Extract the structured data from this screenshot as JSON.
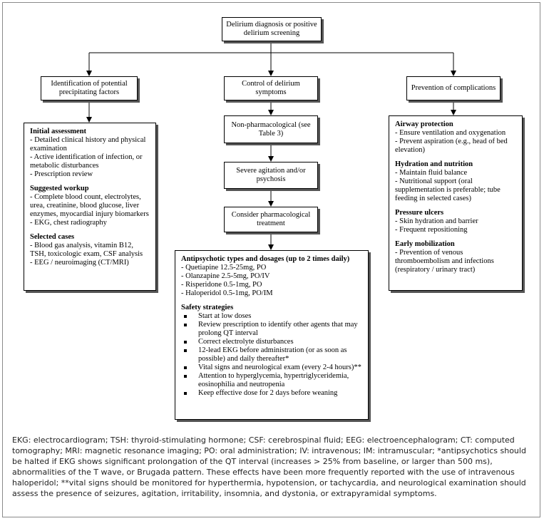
{
  "nodes": {
    "start": "Delirium diagnosis or positive delirium screening",
    "identification": "Identification of potential precipitating factors",
    "control": "Control of delirium symptoms",
    "prevention": "Prevention of complications",
    "nonpharm": "Non-pharmacological (see Table 3)",
    "severe": "Severe agitation and/or psychosis",
    "pharm": "Consider pharmacological treatment"
  },
  "left_box": {
    "sections": [
      {
        "title": "Initial assessment",
        "items": [
          "- Detailed clinical history and physical examination",
          "- Active identification of infection, or metabolic disturbances",
          "- Prescription review"
        ]
      },
      {
        "title": "Suggested workup",
        "items": [
          "- Complete blood count, electrolytes, urea, creatinine, blood glucose, liver enzymes, myocardial injury biomarkers",
          "- EKG, chest radiography"
        ]
      },
      {
        "title": "Selected cases",
        "items": [
          "- Blood gas analysis, vitamin B12, TSH, toxicologic exam, CSF analysis",
          "- EEG / neuroimaging (CT/MRI)"
        ]
      }
    ]
  },
  "right_box": {
    "sections": [
      {
        "title": "Airway protection",
        "items": [
          "- Ensure ventilation and oxygenation",
          "- Prevent aspiration (e.g., head of bed elevation)"
        ]
      },
      {
        "title": "Hydration and nutrition",
        "items": [
          "- Maintain fluid balance",
          "- Nutritional support (oral supplementation is preferable; tube feeding in selected cases)"
        ]
      },
      {
        "title": "Pressure ulcers",
        "items": [
          "- Skin hydration and barrier",
          "- Frequent repositioning"
        ]
      },
      {
        "title": "Early mobilization",
        "items": [
          "- Prevention of venous thromboembolism and infections (respiratory / urinary tract)"
        ]
      }
    ]
  },
  "bottom_box": {
    "antipsychotic_title": "Antipsychotic types and dosages (up to 2 times daily)",
    "antipsychotics": [
      "- Quetiapine 12.5-25mg, PO",
      "- Olanzapine 2.5-5mg, PO/IV",
      "- Risperidone 0.5-1mg, PO",
      "- Haloperidol 0.5-1mg, PO/IM"
    ],
    "safety_title": "Safety strategies",
    "safety": [
      "Start at low doses",
      "Review prescription to identify other agents that may prolong QT interval",
      "Correct electrolyte disturbances",
      "12-lead EKG before administration (or as soon as possible) and daily thereafter*",
      "Vital signs and neurological exam (every 2-4 hours)**",
      "Attention to hyperglycemia, hypertriglyceridemia, eosinophilia and neutropenia",
      "Keep effective dose for 2 days before weaning"
    ]
  },
  "footnote": "EKG: electrocardiogram; TSH: thyroid-stimulating hormone; CSF: cerebrospinal fluid; EEG: electroencephalogram; CT: computed tomography; MRI: magnetic resonance imaging; PO: oral administration; IV: intravenous; IM: intramuscular; *antipsychotics should be halted if EKG shows significant prolongation of the QT interval (increases > 25% from baseline, or larger than 500 ms), abnormalities of the T wave, or Brugada pattern. These effects have been more frequently reported with the use of intravenous haloperidol; **vital signs should be monitored for hyperthermia, hypotension, or tachycardia, and neurological examination should assess the presence of seizures, agitation, irritability, insomnia, and dystonia, or extrapyramidal symptoms."
}
